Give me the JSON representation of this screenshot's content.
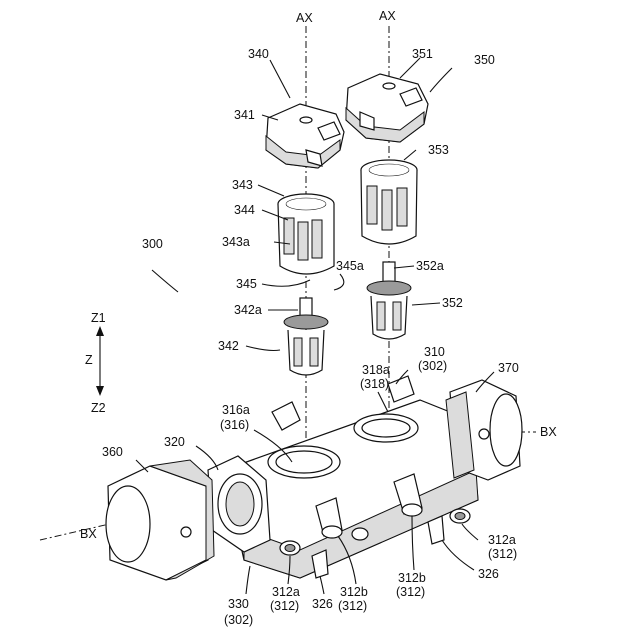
{
  "labels": {
    "ax1": "AX",
    "ax2": "AX",
    "p340": "340",
    "p351": "351",
    "p350": "350",
    "p341": "341",
    "p353": "353",
    "p343": "343",
    "p344": "344",
    "p343a": "343a",
    "p300": "300",
    "p345": "345",
    "p345a": "345a",
    "p352a": "352a",
    "p342a": "342a",
    "p352": "352",
    "p342": "342",
    "z1": "Z1",
    "z": "Z",
    "z2": "Z2",
    "p318a": "318a",
    "p318": "(318)",
    "p310": "310",
    "p302a": "(302)",
    "p370": "370",
    "p316a": "316a",
    "p316": "(316)",
    "bx1": "BX",
    "p360": "360",
    "p320": "320",
    "bx2": "BX",
    "p312a_r": "312a",
    "p312_r": "(312)",
    "p326_r": "326",
    "p312b_r": "312b",
    "p312_rb": "(312)",
    "p330": "330",
    "p302b": "(302)",
    "p312a_l": "312a",
    "p312_l": "(312)",
    "p326_l": "326",
    "p312b_l": "312b",
    "p312_lb": "(312)"
  },
  "icons": [
    "z-axis-arrow-icon"
  ]
}
